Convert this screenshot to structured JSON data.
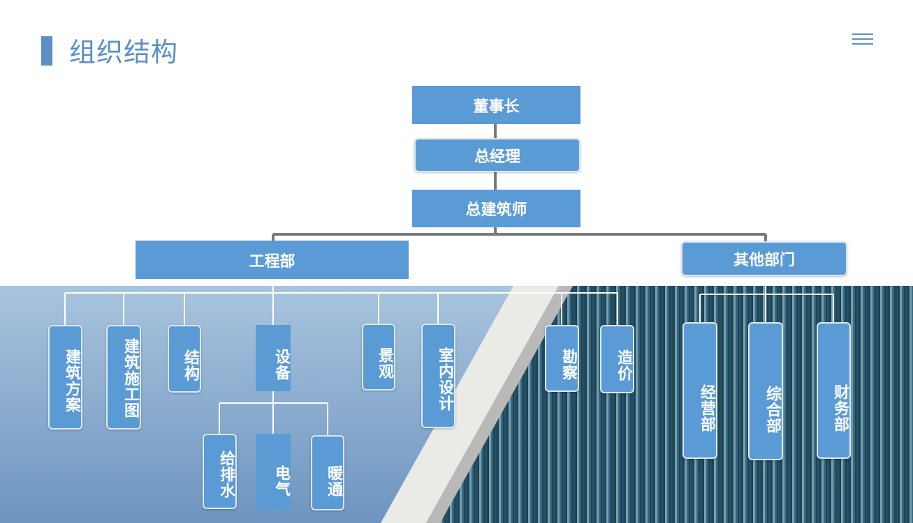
{
  "page": {
    "title": "组织结构"
  },
  "chart": {
    "chairman": "董事长",
    "general_manager": "总经理",
    "chief_architect": "总建筑师",
    "engineering": "工程部",
    "others": "其他部门",
    "eng_departments": [
      "建筑方案",
      "建筑施工图",
      "结构",
      "设备",
      "景观",
      "室内设计",
      "勘察",
      "造价"
    ],
    "equipment_sub": [
      "给排水",
      "电气",
      "暖通"
    ],
    "other_departments": [
      "经营部",
      "综合部",
      "财务部"
    ]
  }
}
